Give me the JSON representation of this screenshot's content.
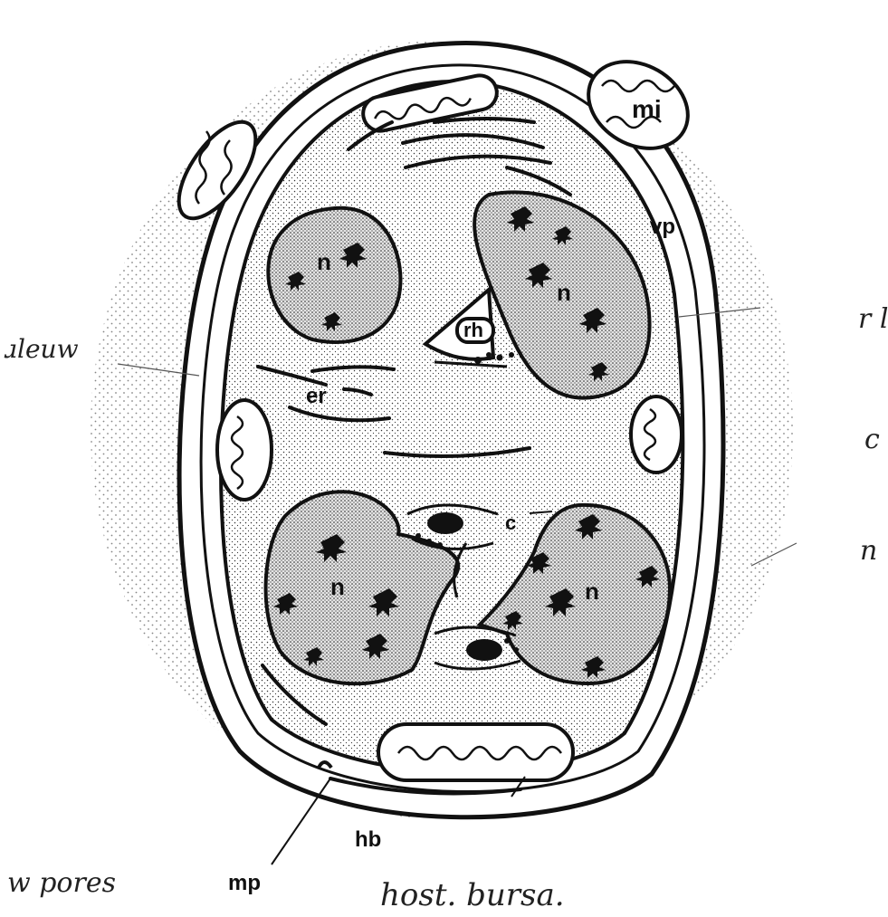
{
  "labels": {
    "mi": "mi",
    "vp": "vp",
    "n_top_left": "n",
    "n_top_right": "n",
    "rh": "rh",
    "er": "er",
    "c": "c",
    "n_bottom_left": "n",
    "n_bottom_right": "n",
    "hb": "hb",
    "mp": "mp"
  },
  "handwriting": {
    "left_middle": "ɹleuw",
    "bottom_left": "w pores",
    "bottom_center": "host. bursa.",
    "right_1": "r l",
    "right_2": "c",
    "right_3": "n"
  }
}
